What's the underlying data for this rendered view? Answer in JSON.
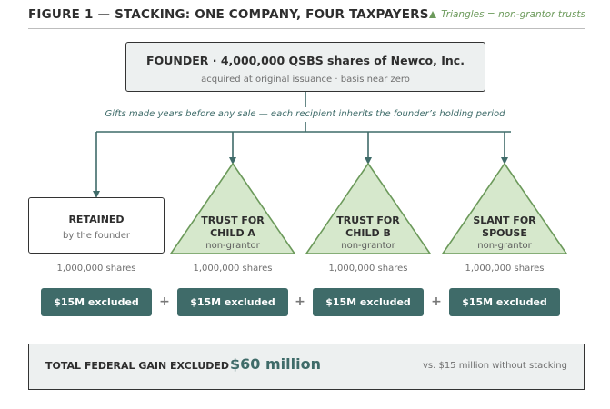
{
  "figure": {
    "title": "FIGURE 1  —  STACKING: ONE COMPANY, FOUR TAXPAYERS",
    "legend": "Triangles = non-grantor trusts"
  },
  "founder": {
    "main": "FOUNDER  ·  4,000,000 QSBS shares of Newco, Inc.",
    "sub": "acquired at original issuance  ·  basis near zero"
  },
  "gifts_note": "Gifts made years before any sale — each recipient inherits the founder’s holding period",
  "recipients": [
    {
      "line1": "RETAINED",
      "line2": "",
      "sub": "by the founder",
      "shares": "1,000,000 shares",
      "excluded": "$15M excluded"
    },
    {
      "line1": "TRUST FOR",
      "line2": "CHILD A",
      "sub": "non-grantor",
      "shares": "1,000,000 shares",
      "excluded": "$15M excluded"
    },
    {
      "line1": "TRUST FOR",
      "line2": "CHILD B",
      "sub": "non-grantor",
      "shares": "1,000,000 shares",
      "excluded": "$15M excluded"
    },
    {
      "line1": "SLANT FOR",
      "line2": "SPOUSE",
      "sub": "non-grantor",
      "shares": "1,000,000 shares",
      "excluded": "$15M excluded"
    }
  ],
  "plus_sign": "+",
  "total": {
    "label": "TOTAL FEDERAL GAIN EXCLUDED",
    "amount": "$60 million",
    "comparison": "vs. $15 million without stacking"
  },
  "colors": {
    "teal": "#3f6b69",
    "triangle_fill": "#d6e8cc",
    "triangle_stroke": "#6c9a5b"
  }
}
